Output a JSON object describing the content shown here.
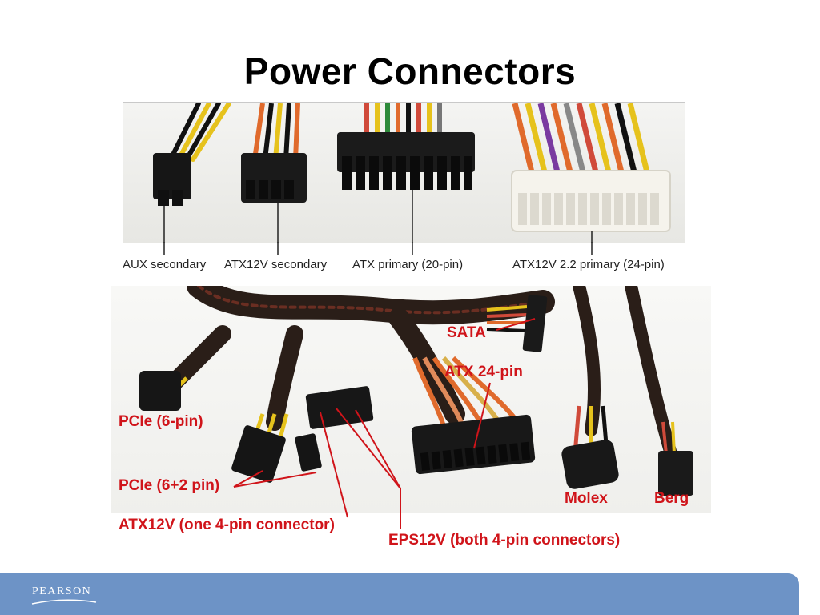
{
  "slide": {
    "title": "Power Connectors"
  },
  "top_figure": {
    "labels": [
      "AUX secondary",
      "ATX12V secondary",
      "ATX primary (20-pin)",
      "ATX12V 2.2 primary (24-pin)"
    ]
  },
  "bottom_figure": {
    "labels": {
      "sata": "SATA",
      "atx24": "ATX 24-pin",
      "pcie6": "PCIe (6-pin)",
      "pcie62": "PCIe (6+2 pin)",
      "atx12v": "ATX12V (one 4-pin connector)",
      "eps12v": "EPS12V (both 4-pin connectors)",
      "molex": "Molex",
      "berg": "Berg"
    }
  },
  "footer": {
    "logo": "PEARSON"
  },
  "colors": {
    "label_red": "#d0141a",
    "footer_blue": "#6d93c6"
  }
}
